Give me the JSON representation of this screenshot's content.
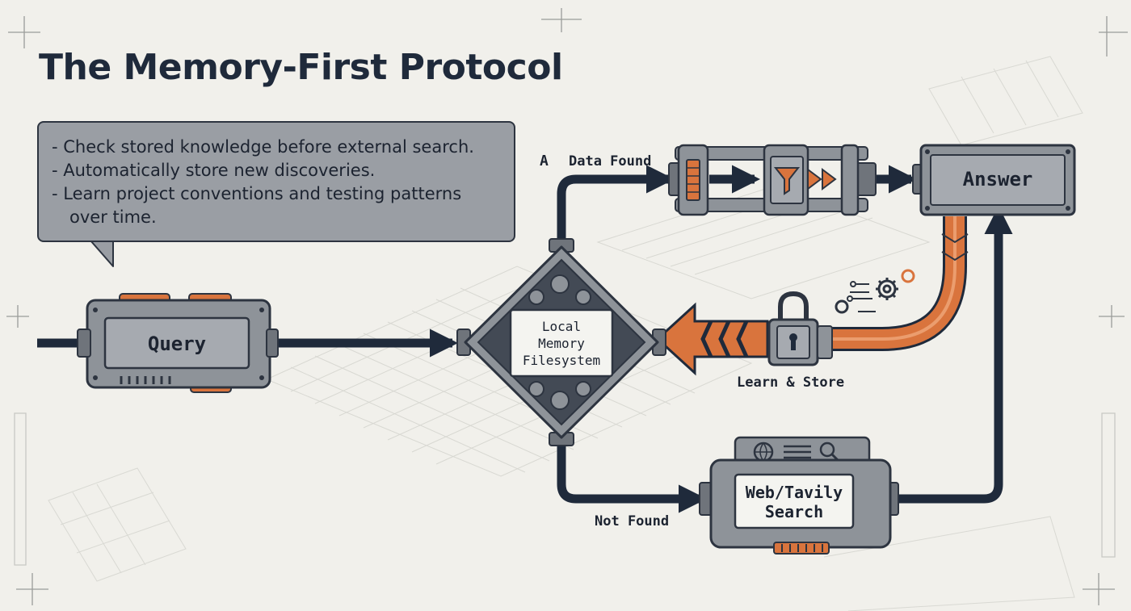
{
  "title": "The Memory-First Protocol",
  "callout": {
    "bullets": [
      "- Check stored knowledge before external search.",
      "- Automatically store new discoveries.",
      "- Learn project conventions and testing patterns over time."
    ]
  },
  "nodes": {
    "query": "Query",
    "memory": [
      "Local",
      "Memory",
      "Filesystem"
    ],
    "answer": "Answer",
    "search": [
      "Web/Tavily",
      "Search"
    ]
  },
  "edges": {
    "data_found_marker": "A",
    "data_found": "Data Found",
    "not_found": "Not Found",
    "learn_store": "Learn & Store"
  },
  "colors": {
    "background": "#f1f0eb",
    "line": "#1f2a3b",
    "metal": "#8e9399",
    "accent_orange": "#d9743d",
    "screen": "#a6aab0"
  }
}
